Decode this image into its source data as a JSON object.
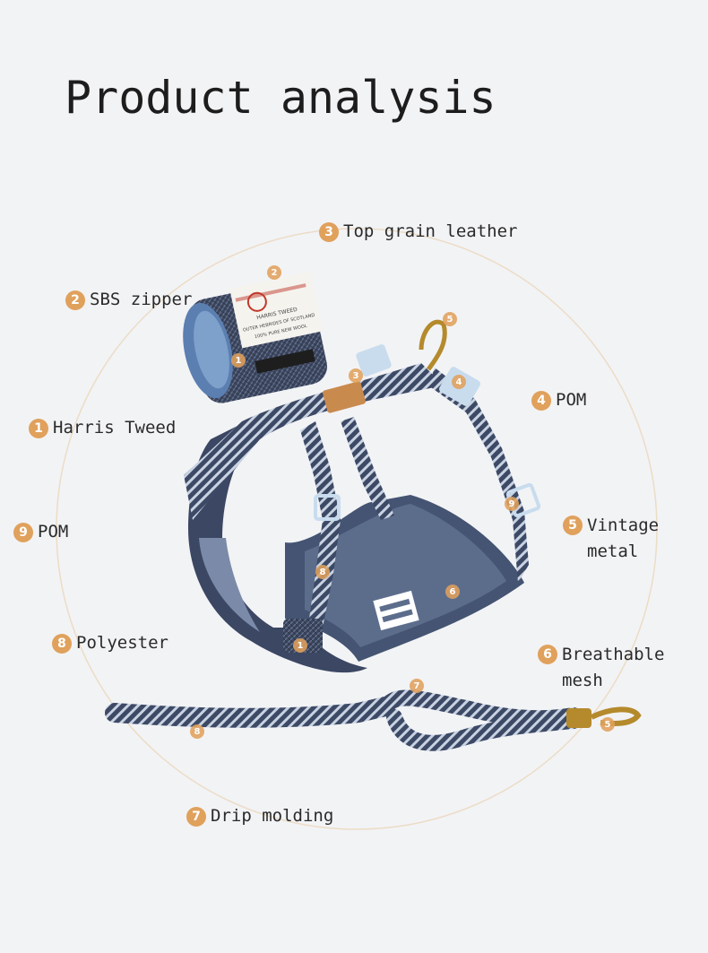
{
  "page": {
    "title": "Product analysis"
  },
  "colors": {
    "accent": "#e0a15c",
    "background": "#f2f3f5",
    "tweed": "#3d4a66",
    "clip": "#c8dcee"
  },
  "callouts": [
    {
      "num": "3",
      "label": "Top grain leather"
    },
    {
      "num": "2",
      "label": "SBS zipper"
    },
    {
      "num": "4",
      "label": "POM"
    },
    {
      "num": "1",
      "label": "Harris Tweed"
    },
    {
      "num": "9",
      "label": "POM"
    },
    {
      "num": "5",
      "label": "Vintage\nmetal"
    },
    {
      "num": "8",
      "label": "Polyester"
    },
    {
      "num": "6",
      "label": "Breathable\nmesh"
    },
    {
      "num": "7",
      "label": "Drip molding"
    }
  ],
  "markers": [
    "2",
    "1",
    "5",
    "3",
    "4",
    "9",
    "8",
    "6",
    "1",
    "7",
    "8",
    "5"
  ],
  "pouch_label": {
    "line1": "HARRIS TWEED",
    "line2": "OUTER HEBRIDES OF SCOTLAND",
    "line3": "100% PURE NEW WOOL"
  }
}
